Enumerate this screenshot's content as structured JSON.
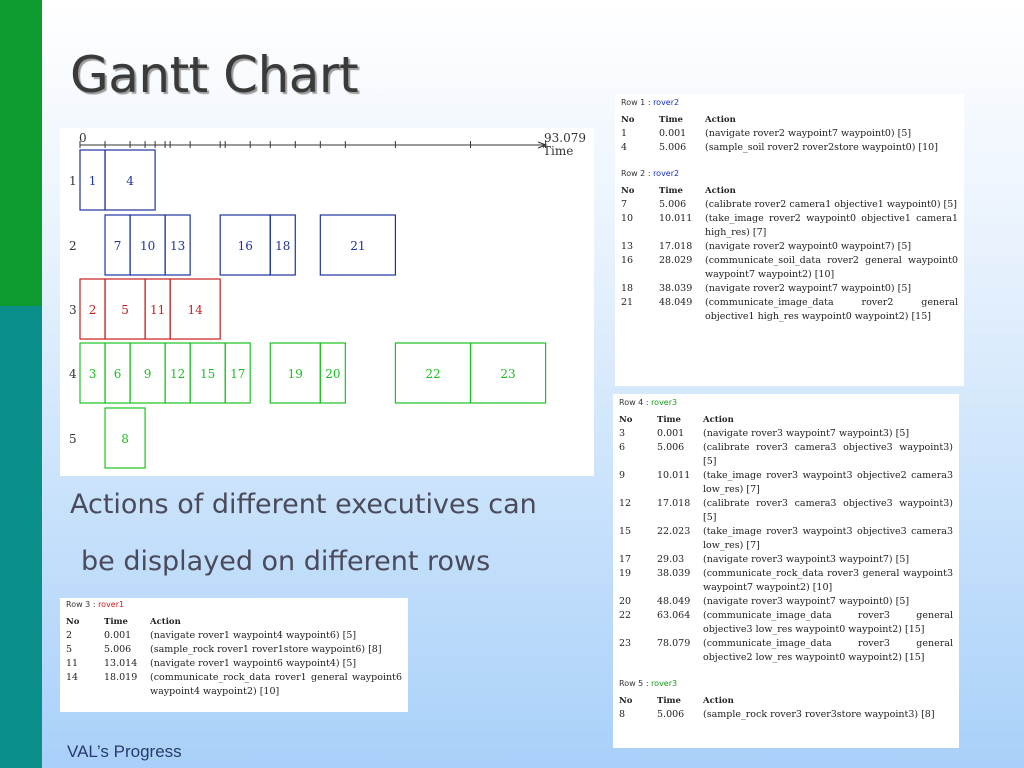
{
  "slide": {
    "title": "Gantt Chart",
    "caption_line1": "Actions of different executives can",
    "caption_line2": "be displayed on different rows",
    "footer": "VAL’s Progress",
    "colors": {
      "side_green": "#0d9a2f",
      "side_teal": "#0b8f8a",
      "title": "#3a3a3a"
    }
  },
  "chart_data": {
    "type": "gantt",
    "axis_start_label": "0",
    "axis_end_label": "93.079",
    "axis_label": "Time",
    "xlim": [
      0,
      93.079
    ],
    "rows": [
      {
        "label": "1",
        "color": "#1e32a0",
        "bars": [
          {
            "label": "1",
            "start": 0.0,
            "end": 5.0
          },
          {
            "label": "4",
            "start": 5.0,
            "end": 15.0
          }
        ]
      },
      {
        "label": "2",
        "color": "#1e32a0",
        "bars": [
          {
            "label": "7",
            "start": 5.0,
            "end": 10.0
          },
          {
            "label": "10",
            "start": 10.0,
            "end": 17.0
          },
          {
            "label": "13",
            "start": 17.0,
            "end": 22.0
          },
          {
            "label": "16",
            "start": 28.0,
            "end": 38.0
          },
          {
            "label": "18",
            "start": 38.0,
            "end": 43.0
          },
          {
            "label": "21",
            "start": 48.0,
            "end": 63.0
          }
        ]
      },
      {
        "label": "3",
        "color": "#c81e1e",
        "bars": [
          {
            "label": "2",
            "start": 0.0,
            "end": 5.0
          },
          {
            "label": "5",
            "start": 5.0,
            "end": 13.0
          },
          {
            "label": "11",
            "start": 13.0,
            "end": 18.0
          },
          {
            "label": "14",
            "start": 18.0,
            "end": 28.0
          }
        ]
      },
      {
        "label": "4",
        "color": "#19c31e",
        "bars": [
          {
            "label": "3",
            "start": 0.0,
            "end": 5.0
          },
          {
            "label": "6",
            "start": 5.0,
            "end": 10.0
          },
          {
            "label": "9",
            "start": 10.0,
            "end": 17.0
          },
          {
            "label": "12",
            "start": 17.0,
            "end": 22.0
          },
          {
            "label": "15",
            "start": 22.0,
            "end": 29.0
          },
          {
            "label": "17",
            "start": 29.0,
            "end": 34.0
          },
          {
            "label": "19",
            "start": 38.0,
            "end": 48.0
          },
          {
            "label": "20",
            "start": 48.0,
            "end": 53.0
          },
          {
            "label": "22",
            "start": 63.0,
            "end": 78.0
          },
          {
            "label": "23",
            "start": 78.0,
            "end": 93.0
          }
        ]
      },
      {
        "label": "5",
        "color": "#19c31e",
        "bars": [
          {
            "label": "8",
            "start": 5.0,
            "end": 13.0
          }
        ]
      }
    ]
  },
  "tables": {
    "left": [
      {
        "title": "Row 3 :",
        "exec": "rover1",
        "exec_color": "#d01818",
        "headers": [
          "No",
          "Time",
          "Action"
        ],
        "rows": [
          {
            "no": "2",
            "time": "0.001",
            "action": "(navigate rover1 waypoint4 waypoint6) [5]"
          },
          {
            "no": "5",
            "time": "5.006",
            "action": "(sample_rock rover1 rover1store waypoint6) [8]"
          },
          {
            "no": "11",
            "time": "13.014",
            "action": "(navigate rover1 waypoint6 waypoint4) [5]"
          },
          {
            "no": "14",
            "time": "18.019",
            "action": "(communicate_rock_data rover1 general waypoint6 waypoint4 waypoint2) [10]"
          }
        ]
      }
    ],
    "top_right": [
      {
        "title": "Row 1 :",
        "exec": "rover2",
        "exec_color": "#1830c8",
        "headers": [
          "No",
          "Time",
          "Action"
        ],
        "rows": [
          {
            "no": "1",
            "time": "0.001",
            "action": "(navigate rover2 waypoint7 waypoint0) [5]"
          },
          {
            "no": "4",
            "time": "5.006",
            "action": "(sample_soil rover2 rover2store waypoint0) [10]"
          }
        ]
      },
      {
        "title": "Row 2 :",
        "exec": "rover2",
        "exec_color": "#1830c8",
        "headers": [
          "No",
          "Time",
          "Action"
        ],
        "rows": [
          {
            "no": "7",
            "time": "5.006",
            "action": "(calibrate rover2 camera1 objective1 waypoint0) [5]"
          },
          {
            "no": "10",
            "time": "10.011",
            "action": "(take_image rover2 waypoint0 objective1 camera1 high_res) [7]"
          },
          {
            "no": "13",
            "time": "17.018",
            "action": "(navigate rover2 waypoint0 waypoint7) [5]"
          },
          {
            "no": "16",
            "time": "28.029",
            "action": "(communicate_soil_data rover2 general waypoint0 waypoint7 waypoint2) [10]"
          },
          {
            "no": "18",
            "time": "38.039",
            "action": "(navigate rover2 waypoint7 waypoint0) [5]"
          },
          {
            "no": "21",
            "time": "48.049",
            "action": "(communicate_image_data rover2 general objective1 high_res waypoint0 waypoint2) [15]"
          }
        ]
      }
    ],
    "bottom_right": [
      {
        "title": "Row 4 :",
        "exec": "rover3",
        "exec_color": "#18a018",
        "headers": [
          "No",
          "Time",
          "Action"
        ],
        "rows": [
          {
            "no": "3",
            "time": "0.001",
            "action": "(navigate rover3 waypoint7 waypoint3) [5]"
          },
          {
            "no": "6",
            "time": "5.006",
            "action": "(calibrate rover3 camera3 objective3 waypoint3) [5]"
          },
          {
            "no": "9",
            "time": "10.011",
            "action": "(take_image rover3 waypoint3 objective2 camera3 low_res) [7]"
          },
          {
            "no": "12",
            "time": "17.018",
            "action": "(calibrate rover3 camera3 objective3 waypoint3) [5]"
          },
          {
            "no": "15",
            "time": "22.023",
            "action": "(take_image rover3 waypoint3 objective3 camera3 low_res) [7]"
          },
          {
            "no": "17",
            "time": "29.03",
            "action": "(navigate rover3 waypoint3 waypoint7) [5]"
          },
          {
            "no": "19",
            "time": "38.039",
            "action": "(communicate_rock_data rover3 general waypoint3 waypoint7 waypoint2) [10]"
          },
          {
            "no": "20",
            "time": "48.049",
            "action": "(navigate rover3 waypoint7 waypoint0) [5]"
          },
          {
            "no": "22",
            "time": "63.064",
            "action": "(communicate_image_data rover3 general objective3 low_res waypoint0 waypoint2) [15]"
          },
          {
            "no": "23",
            "time": "78.079",
            "action": "(communicate_image_data rover3 general objective2 low_res waypoint0 waypoint2) [15]"
          }
        ]
      },
      {
        "title": "Row 5 :",
        "exec": "rover3",
        "exec_color": "#18a018",
        "headers": [
          "No",
          "Time",
          "Action"
        ],
        "rows": [
          {
            "no": "8",
            "time": "5.006",
            "action": "(sample_rock rover3 rover3store waypoint3) [8]"
          }
        ]
      }
    ]
  }
}
